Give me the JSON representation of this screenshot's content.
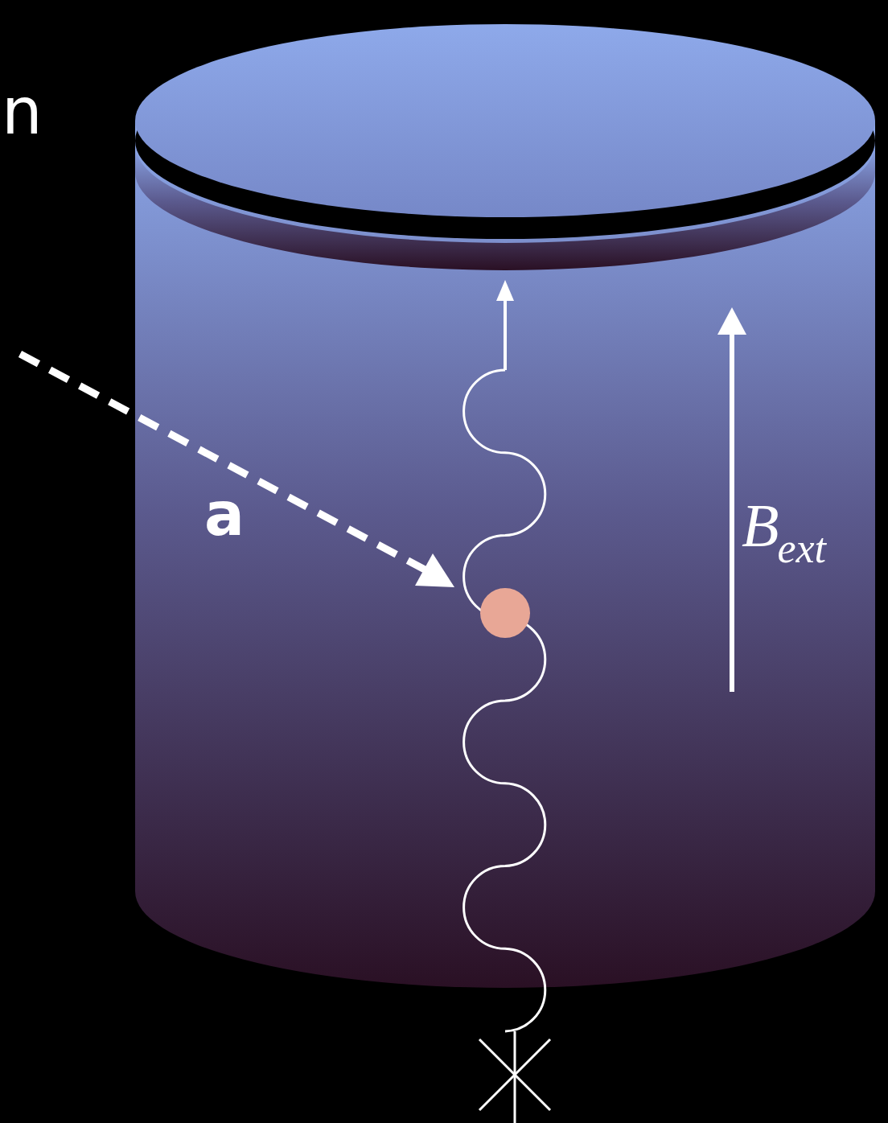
{
  "diagram": {
    "labels": [
      "n",
      "a",
      "B",
      "ext"
    ]
  }
}
